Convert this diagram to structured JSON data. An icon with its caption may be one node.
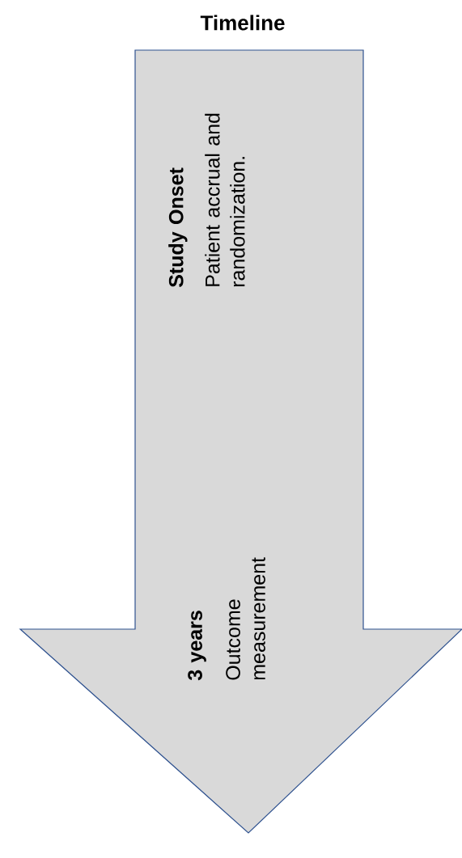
{
  "diagram": {
    "title": "Timeline",
    "nodes": [
      {
        "text": [
          "Study Onset",
          "Patient accrual and randomization.",
          "3 years",
          "Outcome measurement"
        ]
      }
    ]
  }
}
